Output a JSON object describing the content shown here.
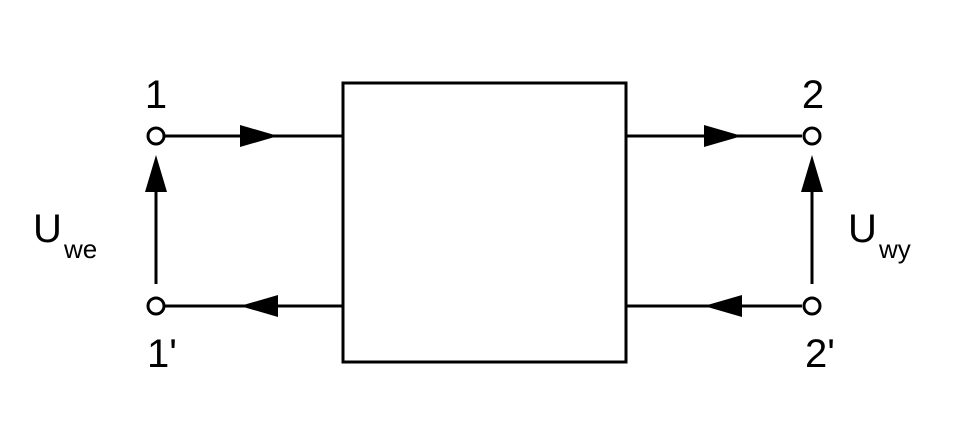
{
  "diagram": {
    "type": "two-port-network",
    "colors": {
      "stroke": "#000000",
      "background": "#ffffff",
      "terminal_fill": "#ffffff"
    },
    "terminals": {
      "in_top": "1",
      "in_bottom": "1'",
      "out_top": "2",
      "out_bottom": "2'"
    },
    "voltages": {
      "input": {
        "symbol": "U",
        "subscript": "we"
      },
      "output": {
        "symbol": "U",
        "subscript": "wy"
      }
    },
    "arrow_directions": {
      "input_top_wire": "right",
      "input_bottom_wire": "left",
      "output_top_wire": "right",
      "output_bottom_wire": "left",
      "input_voltage": "up",
      "output_voltage": "up"
    }
  }
}
